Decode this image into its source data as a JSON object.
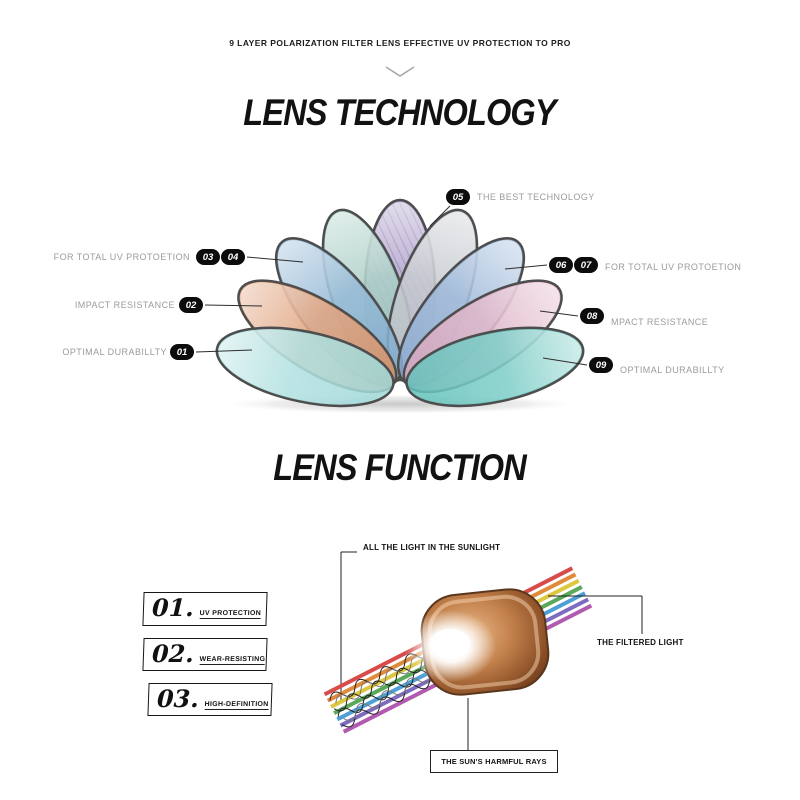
{
  "header": {
    "tagline": "9 LAYER POLARIZATION FILTER LENS EFFECTIVE UV PROTECTION TO PRO",
    "title_technology": "LENS TECHNOLOGY",
    "title_function": "LENS FUNCTION"
  },
  "callouts": {
    "left": [
      {
        "nums": [
          "03",
          "04"
        ],
        "label": "FOR TOTAL UV PROTOETION"
      },
      {
        "nums": [
          "02"
        ],
        "label": "IMPACT RESISTANCE"
      },
      {
        "nums": [
          "01"
        ],
        "label": "OPTIMAL DURABILLTY"
      }
    ],
    "top": {
      "num": "05",
      "label": "THE BEST TECHNOLOGY"
    },
    "right": [
      {
        "nums": [
          "06",
          "07"
        ],
        "label": "FOR TOTAL UV PROTOETION"
      },
      {
        "nums": [
          "08"
        ],
        "label": "MPACT RESISTANCE"
      },
      {
        "nums": [
          "09"
        ],
        "label": "OPTIMAL DURABILLTY"
      }
    ]
  },
  "lens_fan": {
    "petals": [
      {
        "color": "#9fd8d8",
        "striped": false
      },
      {
        "color": "#d98f63",
        "striped": false
      },
      {
        "color": "#7da9cc",
        "striped": false
      },
      {
        "color": "#97c3b9",
        "striped": false
      },
      {
        "color": "#9b8ac0",
        "striped": true
      },
      {
        "color": "#b9bdc4",
        "striped": false
      },
      {
        "color": "#88a9d1",
        "striped": false
      },
      {
        "color": "#d8a6bd",
        "striped": false
      },
      {
        "color": "#61c2bb",
        "striped": false
      }
    ]
  },
  "function_diagram": {
    "light_label": "ALL THE LIGHT IN THE SUNLIGHT",
    "filtered_label": "THE FILTERED LIGHT",
    "harmful_label": "THE SUN'S HARMFUL RAYS",
    "spectrum_colors": [
      "#d84b4b",
      "#e08a3c",
      "#ddc73f",
      "#5aa85a",
      "#4d9fd6",
      "#7e6bbf",
      "#b05ab0"
    ],
    "features": [
      {
        "num": "01.",
        "label": "UV PROTECTION"
      },
      {
        "num": "02.",
        "label": "WEAR-RESISTING"
      },
      {
        "num": "03.",
        "label": "HIGH-DEFINITION"
      }
    ]
  }
}
